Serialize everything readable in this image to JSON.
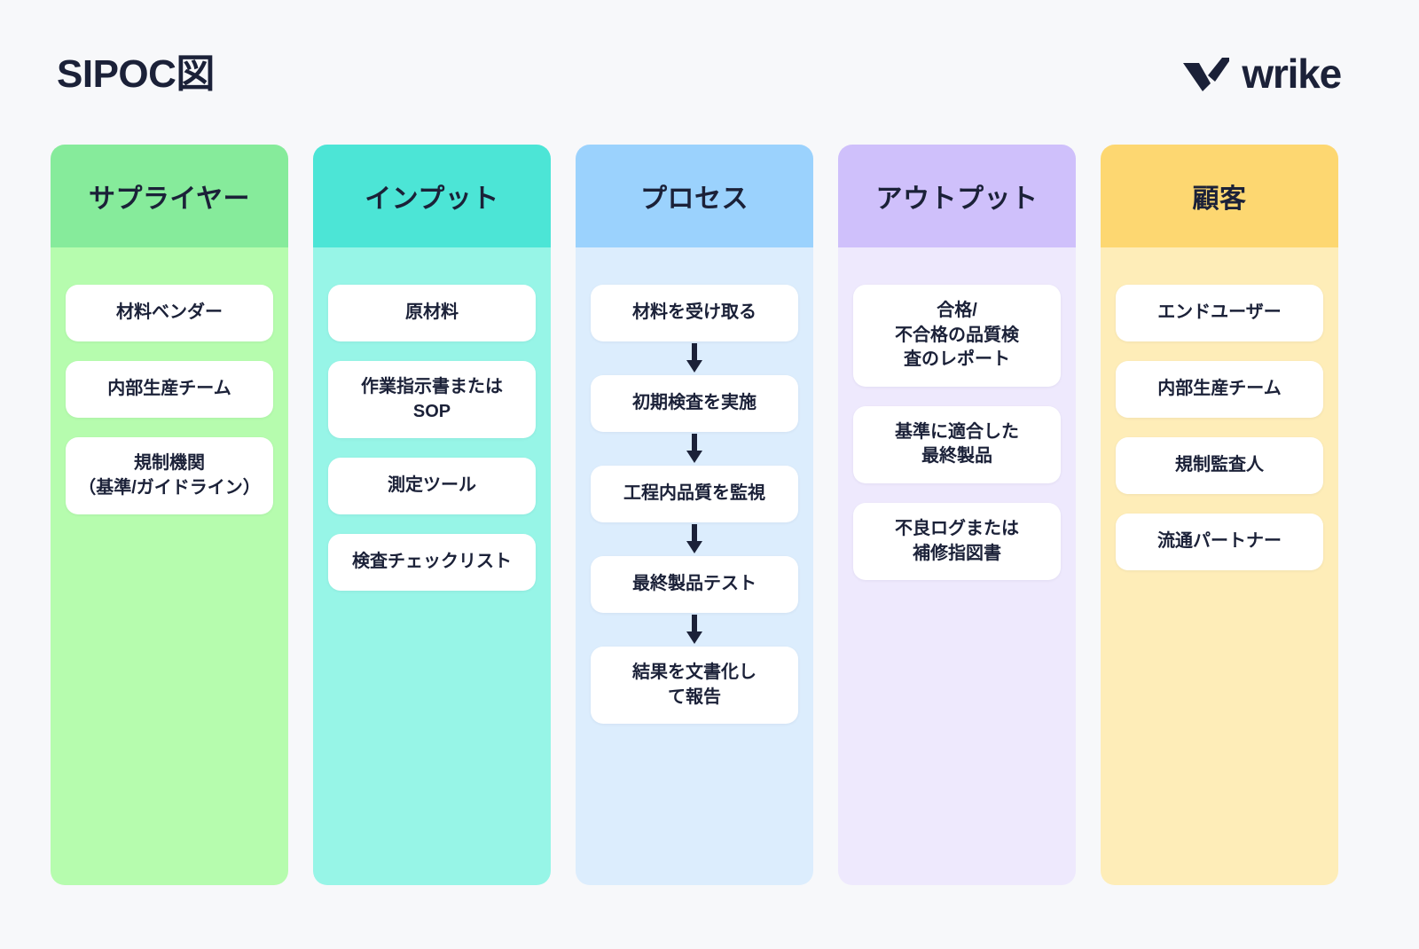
{
  "page": {
    "title": "SIPOC図",
    "background_color": "#f7f8fa",
    "text_color": "#1b2138"
  },
  "brand": {
    "name": "wrike",
    "mark": "wrike-checkmark-logo",
    "color": "#1b2138"
  },
  "columns": [
    {
      "key": "suppliers",
      "header": "サプライヤー",
      "header_color": "#86eb9b",
      "body_color": "#b6fcae",
      "type": "list",
      "items": [
        "材料ベンダー",
        "内部生産チーム",
        "規制機関\n（基準/ガイドライン）"
      ]
    },
    {
      "key": "inputs",
      "header": "インプット",
      "header_color": "#4ce5d6",
      "body_color": "#97f5e7",
      "type": "list",
      "items": [
        "原材料",
        "作業指示書または\nSOP",
        "測定ツール",
        "検査チェックリスト"
      ]
    },
    {
      "key": "process",
      "header": "プロセス",
      "header_color": "#9bd2fd",
      "body_color": "#dcedfd",
      "type": "flow",
      "items": [
        "材料を受け取る",
        "初期検査を実施",
        "工程内品質を監視",
        "最終製品テスト",
        "結果を文書化し\nて報告"
      ],
      "connector": "down-arrow"
    },
    {
      "key": "outputs",
      "header": "アウトプット",
      "header_color": "#cfc0fb",
      "body_color": "#eee9fd",
      "type": "list",
      "items": [
        "合格/\n不合格の品質検\n査のレポート",
        "基準に適合した\n最終製品",
        "不良ログまたは\n補修指図書"
      ]
    },
    {
      "key": "customers",
      "header": "顧客",
      "header_color": "#fdd771",
      "body_color": "#feedb8",
      "type": "list",
      "items": [
        "エンドユーザー",
        "内部生産チーム",
        "規制監査人",
        "流通パートナー"
      ]
    }
  ]
}
